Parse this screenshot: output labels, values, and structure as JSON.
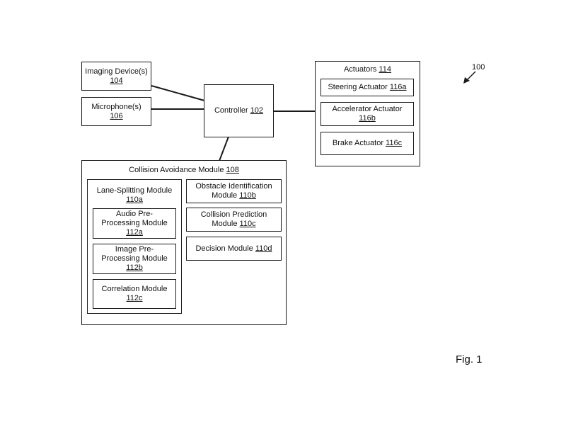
{
  "figure": {
    "ref_number": "100",
    "caption": "Fig. 1"
  },
  "imaging_device": {
    "name": "Imaging Device(s)",
    "ref": "104"
  },
  "microphone": {
    "name": "Microphone(s)",
    "ref": "106"
  },
  "controller": {
    "name": "Controller",
    "ref": "102"
  },
  "actuators": {
    "name": "Actuators",
    "ref": "114",
    "items": [
      {
        "name": "Steering Actuator",
        "ref": "116a"
      },
      {
        "name": "Accelerator Actuator",
        "ref": "116b"
      },
      {
        "name": "Brake Actuator",
        "ref": "116c"
      }
    ]
  },
  "collision_avoidance": {
    "name": "Collision Avoidance Module",
    "ref": "108",
    "lane_splitting": {
      "name": "Lane-Splitting Module",
      "ref": "110a",
      "submodules": [
        {
          "line1": "Audio Pre-",
          "line2": "Processing Module",
          "ref": "112a"
        },
        {
          "line1": "Image Pre-",
          "line2": "Processing Module",
          "ref": "112b"
        },
        {
          "line1": "Correlation Module",
          "line2": "",
          "ref": "112c"
        }
      ]
    },
    "obstacle_identification": {
      "line1": "Obstacle Identification",
      "line2": "Module",
      "ref": "110b"
    },
    "collision_prediction": {
      "line1": "Collision Prediction",
      "line2": "Module",
      "ref": "110c"
    },
    "decision": {
      "name": "Decision Module",
      "ref": "110d"
    }
  }
}
